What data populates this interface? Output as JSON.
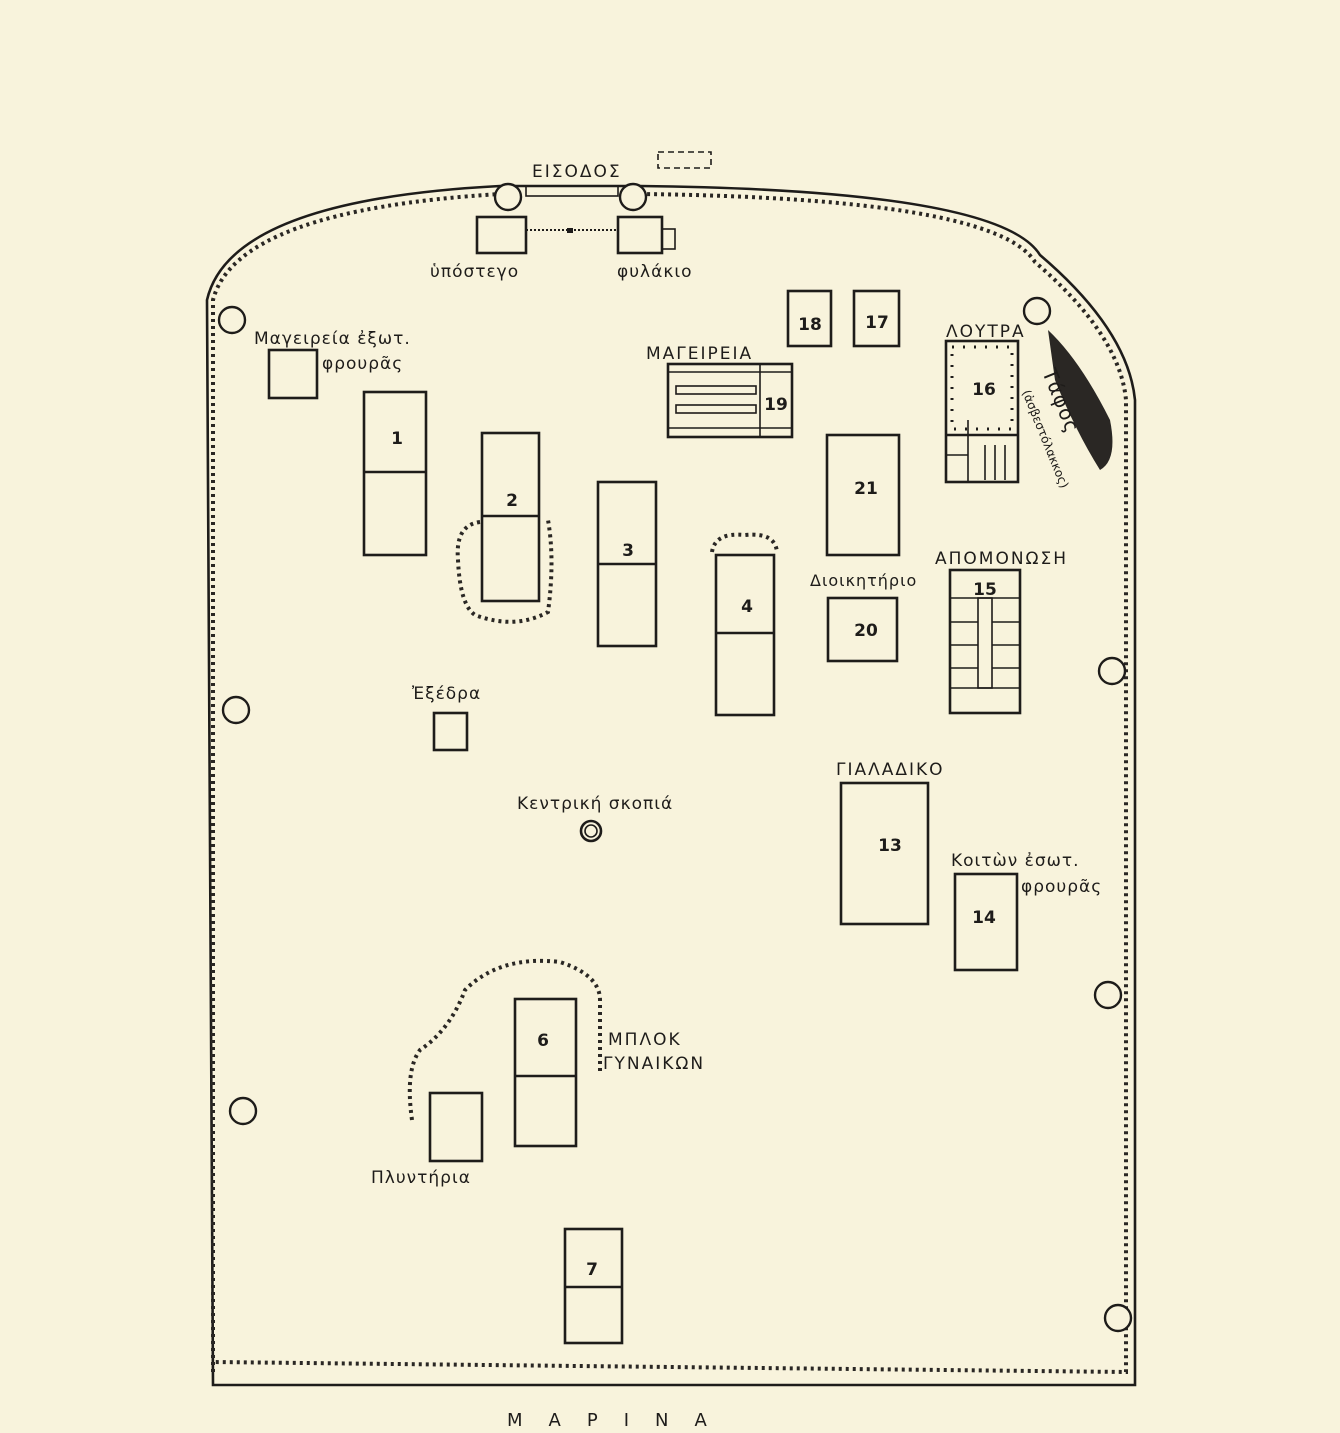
{
  "map": {
    "title": "ΜΑΡΙΝΑ",
    "labels": {
      "entrance": "ΕΙΣΟΔΟΣ",
      "shed": "ὑπόστεγο",
      "guardhouse": "φυλάκιο",
      "outer_guard_kitchen_1": "Μαγειρεία ἐξωτ.",
      "outer_guard_kitchen_2": "φρουρᾶς",
      "kitchens": "ΜΑΓΕΙΡΕΙΑ",
      "baths": "ΛΟΥΤΡΑ",
      "grave": "Τάφος",
      "grave_note": "(ἀσβεστόλακκος)",
      "isolation": "ΑΠΟΜΟΝΩΣΗ",
      "headquarters": "Διοικητήριο",
      "exedra": "Ἐξέδρα",
      "gialadiko": "ΓΙΑΛΑΔΙΚΟ",
      "central_watchtower": "Κεντρική σκοπιά",
      "inner_guard_quarters_1": "Κοιτὼν ἐσωτ.",
      "inner_guard_quarters_2": "φρουρᾶς",
      "women_block_1": "ΜΠΛΟΚ",
      "women_block_2": "ΓΥΝΑΙΚΩΝ",
      "laundry": "Πλυντήρια"
    },
    "buildings": {
      "b1": "1",
      "b2": "2",
      "b3": "3",
      "b4": "4",
      "b6": "6",
      "b7": "7",
      "b13": "13",
      "b14": "14",
      "b15": "15",
      "b16": "16",
      "b17": "17",
      "b18": "18",
      "b19": "19",
      "b20": "20",
      "b21": "21"
    }
  }
}
